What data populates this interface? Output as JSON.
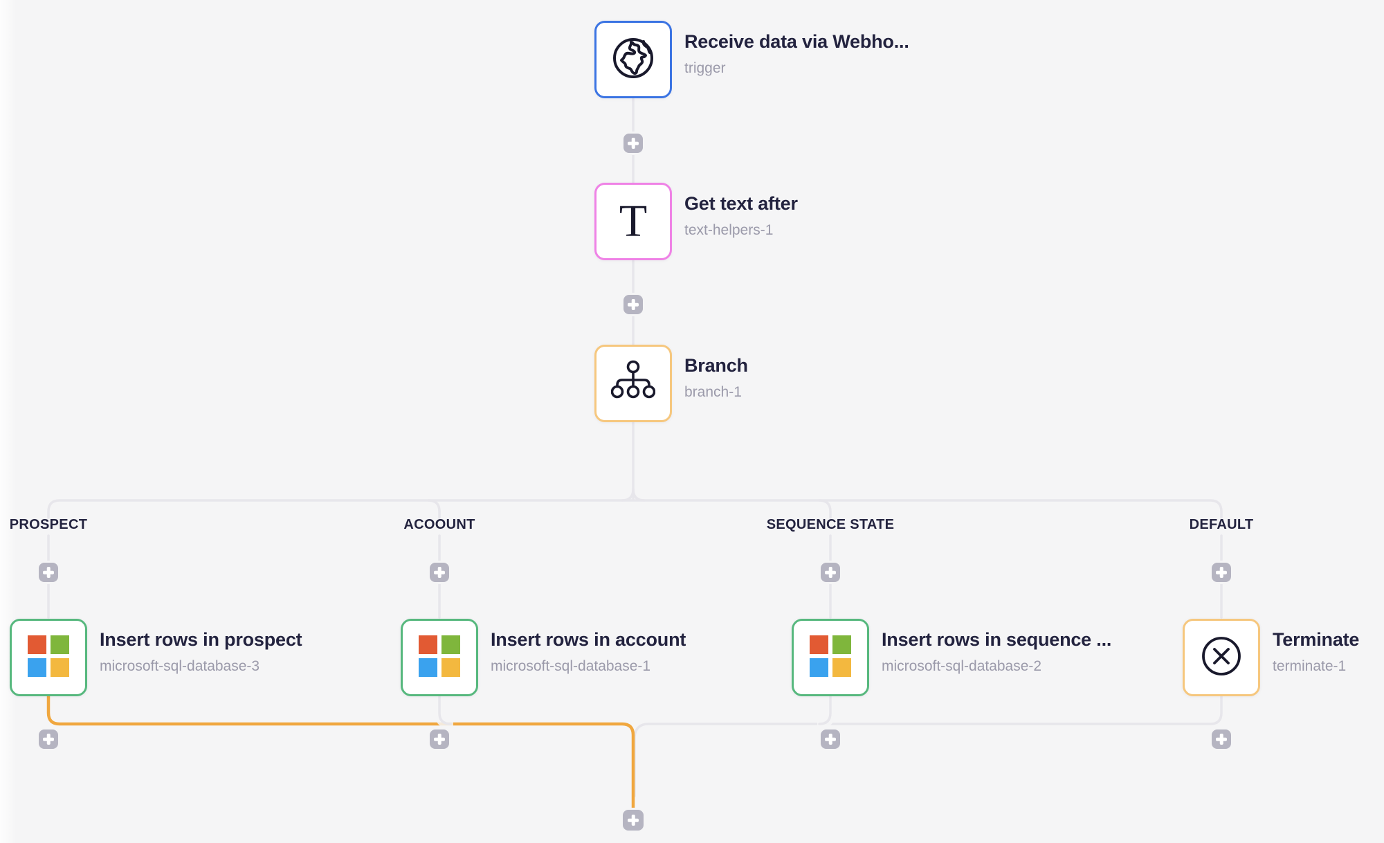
{
  "workflow": {
    "nodes": [
      {
        "title": "Receive data via Webho...",
        "subtitle": "trigger",
        "icon": "globe-icon"
      },
      {
        "title": "Get text after",
        "subtitle": "text-helpers-1",
        "icon": "text-helper-icon"
      },
      {
        "title": "Branch",
        "subtitle": "branch-1",
        "icon": "branch-icon"
      },
      {
        "title": "Insert rows in prospect",
        "subtitle": "microsoft-sql-database-3",
        "icon": "microsoft-icon"
      },
      {
        "title": "Insert rows in account",
        "subtitle": "microsoft-sql-database-1",
        "icon": "microsoft-icon"
      },
      {
        "title": "Insert rows in sequence ...",
        "subtitle": "microsoft-sql-database-2",
        "icon": "microsoft-icon"
      },
      {
        "title": "Terminate",
        "subtitle": "terminate-1",
        "icon": "terminate-icon"
      }
    ],
    "branch_labels": [
      "PROSPECT",
      "ACOOUNT",
      "SEQUENCE STATE",
      "DEFAULT"
    ],
    "t_glyph": "T",
    "add_step_icon": "plus-icon"
  },
  "colors": {
    "background": "#f5f5f6",
    "connector_gray": "#e7e6eb",
    "connector_active": "#f0a73f",
    "plus_button": "#b5b4c1",
    "plus_glyph": "#ffffff",
    "node_border_trigger": "#3b74e3",
    "node_border_text_helper": "#ef82e6",
    "node_border_branch": "#f6c77e",
    "node_border_sql": "#57b87e",
    "node_border_terminate": "#f6c77e",
    "title_text": "#23233f",
    "subtitle_text": "#9b9aaa",
    "icon_stroke": "#19192c",
    "microsoft": {
      "top_left": "#e25a33",
      "top_right": "#7fb63c",
      "bottom_left": "#3aa2ee",
      "bottom_right": "#f3b83f"
    }
  }
}
